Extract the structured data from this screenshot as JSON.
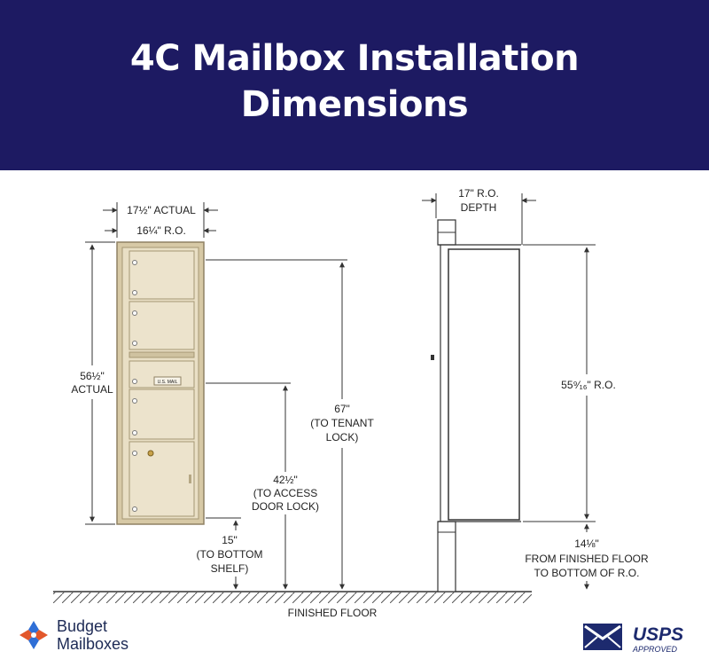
{
  "title_line1": "4C Mailbox Installation",
  "title_line2": "Dimensions",
  "front": {
    "width_actual": "17½\" ACTUAL",
    "width_ro": "16¼\" R.O.",
    "height_actual_1": "56½\"",
    "height_actual_2": "ACTUAL",
    "tenant_lock_1": "67\"",
    "tenant_lock_2": "(TO TENANT",
    "tenant_lock_3": "LOCK)",
    "access_lock_1": "42½\"",
    "access_lock_2": "(TO ACCESS",
    "access_lock_3": "DOOR LOCK)",
    "bottom_shelf_1": "15\"",
    "bottom_shelf_2": "(TO BOTTOM",
    "bottom_shelf_3": "SHELF)",
    "plate_text": "U.S. MAIL"
  },
  "side": {
    "depth_1": "17\" R.O.",
    "depth_2": "DEPTH",
    "ro_height": "55⁹⁄₁₆\" R.O.",
    "floor_1": "14⅛\"",
    "floor_2": "FROM FINISHED FLOOR",
    "floor_3": "TO BOTTOM OF R.O."
  },
  "floor_label": "FINISHED FLOOR",
  "brand": {
    "line1": "Budget",
    "line2": "Mailboxes"
  },
  "badge": {
    "line1": "USPS",
    "line2": "APPROVED"
  },
  "colors": {
    "header": "#1d1a62",
    "unit": "#eadfc6",
    "frame": "#c9b994"
  }
}
